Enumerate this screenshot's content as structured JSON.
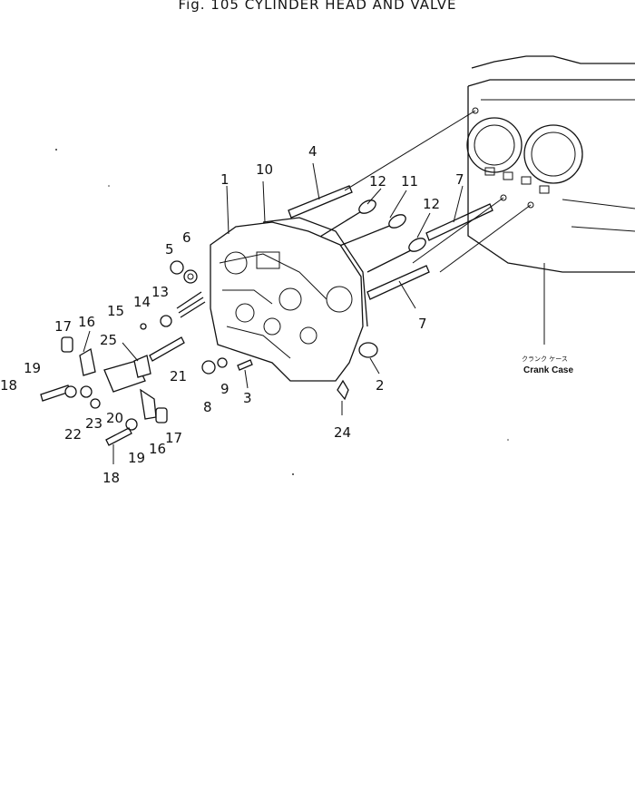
{
  "figure": {
    "title": "Fig. 105  CYLINDER HEAD AND VALVE"
  },
  "annotation": {
    "crank_case_jp": "クランク ケース",
    "crank_case_en": "Crank Case"
  },
  "callouts": [
    "1",
    "2",
    "3",
    "4",
    "5",
    "6",
    "7",
    "7",
    "8",
    "9",
    "10",
    "11",
    "12",
    "12",
    "13",
    "14",
    "15",
    "16",
    "16",
    "17",
    "17",
    "18",
    "18",
    "19",
    "19",
    "20",
    "21",
    "22",
    "23",
    "24",
    "25"
  ]
}
